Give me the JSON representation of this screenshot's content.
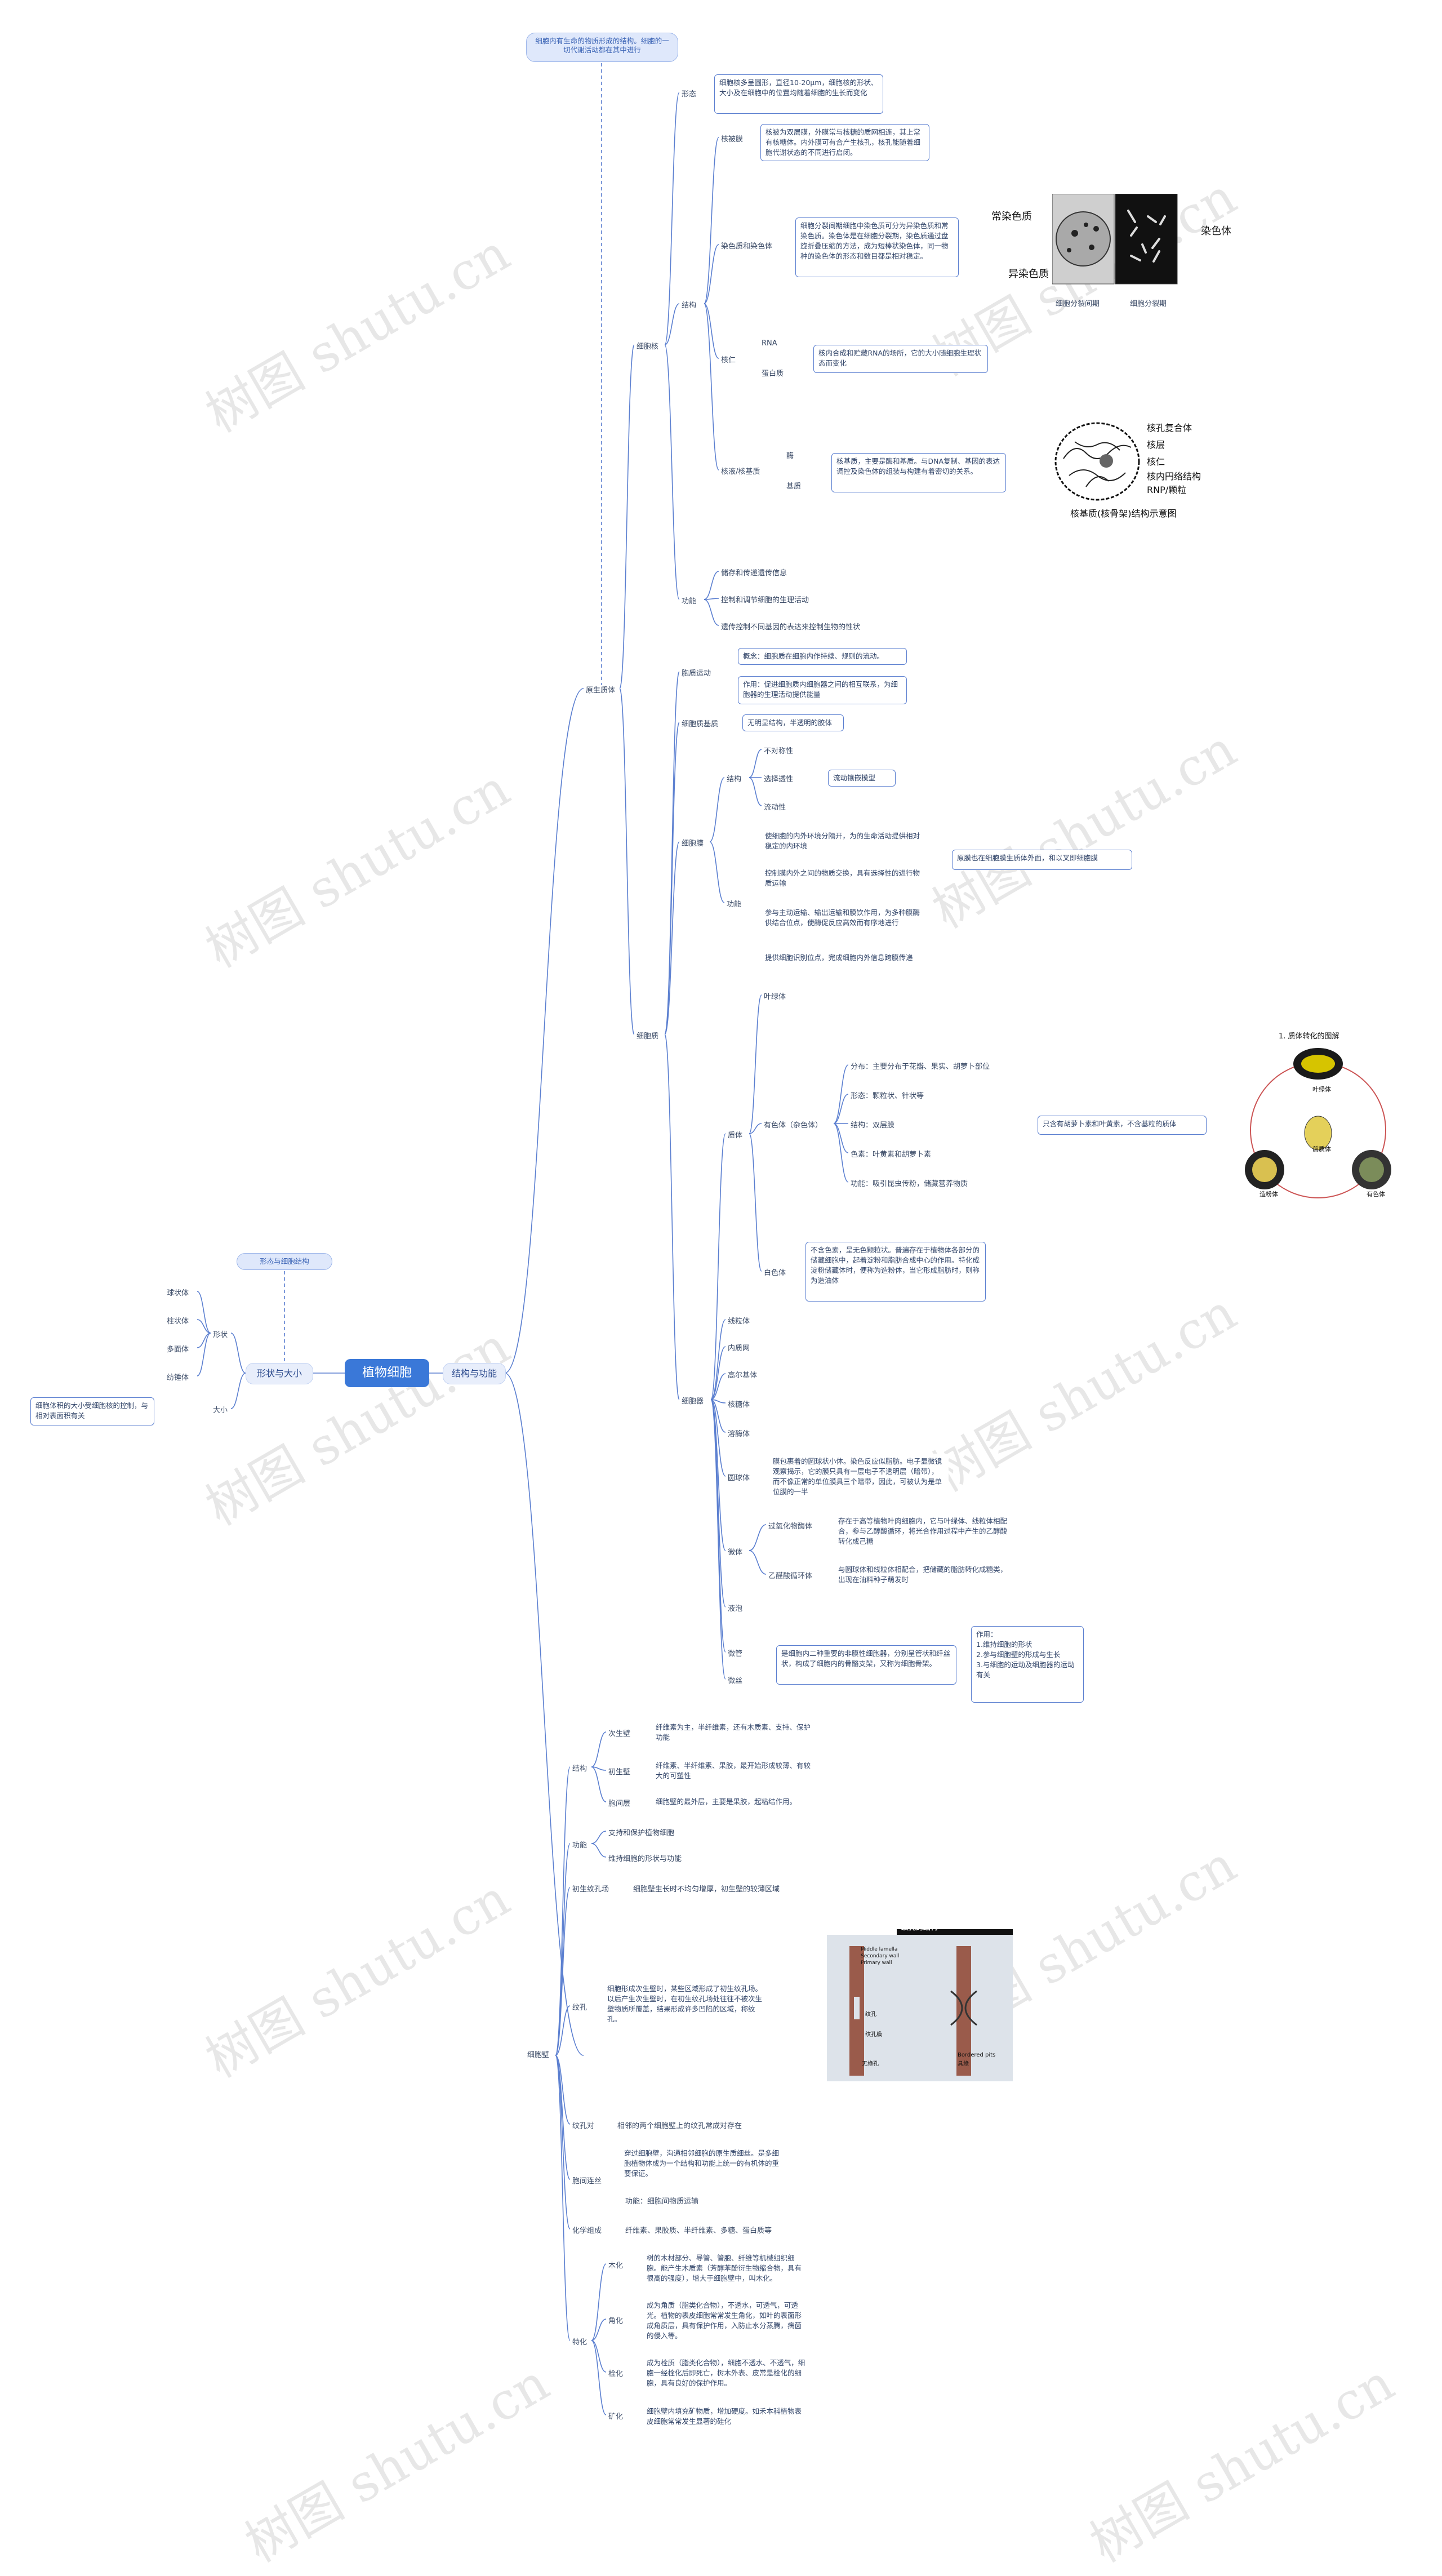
{
  "root": "植物细胞",
  "branches": {
    "structure": "结构与功能",
    "shape": "形状与大小"
  },
  "top_note": "细胞内有生命的物质形成的结构。细胞的一切代谢活动都在其中进行",
  "shape_note": "形态与细胞结构",
  "shape": {
    "form": "形状",
    "size": "大小",
    "items": [
      "球状体",
      "柱状体",
      "多面体",
      "纺锤体"
    ],
    "size_note": "细胞体积的大小受细胞核的控制，与相对表面积有关"
  },
  "protoplast": {
    "label": "原生质体",
    "nucleus": {
      "label": "细胞核",
      "form": "形态",
      "form_note": "细胞核多呈圆形，直径10-20μm，细胞核的形状、大小及在细胞中的位置均随着细胞的生长而变化",
      "structure": "结构",
      "envelope": "核被膜",
      "envelope_note": "核被为双层膜，外膜常与核糖的质网相连，其上常有核糖体。内外膜可有合产生核孔，核孔能随着细胞代谢状态的不同进行启闭。",
      "chromatin": "染色质和染色体",
      "chromatin_note": "细胞分裂间期细胞中染色质可分为异染色质和常染色质。染色体是在细胞分裂期，染色质通过盘旋折叠压缩的方法，成为短棒状染色体，同一物种的染色体的形态和数目都是相对稳定。",
      "nucleolus": "核仁",
      "rna": "RNA",
      "protein": "蛋白质",
      "nucleolus_note": "核内合成和贮藏RNA的场所，它的大小随细胞生理状态而变化",
      "matrix": "核液/核基质",
      "enzyme": "酶",
      "base": "基质",
      "matrix_note": "核基质，主要是酶和基质。与DNA复制、基因的表达调控及染色体的组装与构建有着密切的关系。",
      "function": "功能",
      "func_items": [
        "储存和传递遗传信息",
        "控制和调节细胞的生理活动",
        "遗传控制不同基因的表达来控制生物的性状"
      ]
    },
    "cytoplasm": {
      "label": "细胞质",
      "streaming": "胞质运动",
      "streaming_concept": "概念：细胞质在细胞内作持续、规则的流动。",
      "streaming_role": "作用：促进细胞质内细胞器之间的相互联系，为细胞器的生理活动提供能量",
      "matrix": "细胞质基质",
      "matrix_note": "无明显结构，半透明的胶体",
      "membrane": "细胞膜",
      "mem_structure": "结构",
      "mem_props": [
        "不对称性",
        "选择透性",
        "流动性"
      ],
      "fluid_model": "流动镶嵌模型",
      "mem_function": "功能",
      "mem_funcs": [
        "使细胞的内外环境分隔开，为的生命活动提供相对稳定的内环境",
        "控制膜内外之间的物质交换，具有选择性的进行物质运输",
        "参与主动运输、输出运输和膜饮作用，为多种膜酶供结合位点，使酶促反应高效而有序地进行",
        "提供细胞识别位点，完成细胞内外信息跨膜传递"
      ],
      "mem_note": "原膜也在细胞膜生质体外面，和以叉即细胞膜",
      "organelles": "细胞器",
      "plastid": "质体",
      "leucoplast": "叶绿体",
      "chromoplast": "有色体（杂色体）",
      "chromo_items": [
        "分布：主要分布于花瓣、果实、胡萝卜部位",
        "形态：颗粒状、针状等",
        "结构：双层膜",
        "色素：叶黄素和胡萝卜素",
        "功能：吸引昆虫传粉，储藏营养物质"
      ],
      "chromo_note": "只含有胡萝卜素和叶黄素，不含基粒的质体",
      "amyloplast": "白色体",
      "amyloplast_note": "不含色素，呈无色颗粒状。普遍存在于植物体各部分的储藏细胞中，起着淀粉和脂肪合成中心的作用。特化成淀粉储藏体时，便称为造粉体，当它形成脂肪时，则称为造油体",
      "other": [
        "线粒体",
        "内质网",
        "高尔基体",
        "核糖体",
        "溶酶体"
      ],
      "spherosome": "圆球体",
      "spherosome_note": "膜包裹着的圆球状小体。染色反应似脂肪。电子显微镜观察揭示，它的膜只具有一层电子不透明层（暗带），而不像正常的单位膜具三个暗带，因此，可被认为是单位膜的一半",
      "microbody": "微体",
      "peroxisome": "过氧化物酶体",
      "peroxisome_note": "存在于高等植物叶肉细胞内，它与叶绿体、线粒体相配合，参与乙醇酸循环，将光合作用过程中产生的乙醇酸转化成己糖",
      "glyoxysome": "乙醛酸循环体",
      "glyoxysome_note": "与圆球体和线粒体相配合，把储藏的脂肪转化成糖类，出现在油料种子萌发时",
      "vacuole": "液泡",
      "microtubule": "微管",
      "microfilament": "微丝",
      "mt_note": "是细胞内二种重要的非膜性细胞器，分别呈管状和纤丝状，构成了细胞内的骨骼支架，又称为细胞骨架。",
      "mt_func": "作用：\n1.维持细胞的形状\n2.参与细胞壁的形成与生长\n3.与细胞的运动及细胞器的运动有关"
    }
  },
  "wall": {
    "label": "细胞壁",
    "structure": "结构",
    "secondary": "次生壁",
    "secondary_note": "纤维素为主，半纤维素，还有木质素、支持、保护功能",
    "primary": "初生壁",
    "primary_note": "纤维素、半纤维素、果胶，最开始形成较薄、有较大的可塑性",
    "middle": "胞间层",
    "middle_note": "细胞壁的最外层，主要是果胶，起粘结作用。",
    "function": "功能",
    "func_items": [
      "支持和保护植物细胞",
      "维持细胞的形状与功能"
    ],
    "pit_field": "初生纹孔场",
    "pit_field_note": "细胞壁生长时不均匀增厚，初生壁的较薄区域",
    "pit": "纹孔",
    "pit_note": "细胞形成次生壁时，某些区域形成了初生纹孔场。以后产生次生壁时，在初生纹孔场处往往不被次生壁物质所覆盖，结果形成许多凹陷的区域，称纹孔。",
    "pit_pair": "纹孔对",
    "pit_pair_note": "相邻的两个细胞壁上的纹孔常成对存在",
    "plasmodesmata": "胞间连丝",
    "pd_items": [
      "穿过细胞壁，沟通相邻细胞的原生质细丝。是多细胞植物体成为一个结构和功能上统一的有机体的重要保证。",
      "功能：细胞间物质运输"
    ],
    "chem": "化学组成",
    "chem_note": "纤维素、果胶质、半纤维素、多糖、蛋白质等",
    "special": "特化",
    "lignin": "木化",
    "lignin_note": "树的木材部分、导管、管胞、纤维等机械组织细胞。能产生木质素（芳醇苯酚衍生物缩合物，具有很高的强度），增大于细胞壁中，叫木化。",
    "cutin": "角化",
    "cutin_note": "成为角质（脂类化合物），不透水，可透气，可透光。植物的表皮细胞常常发生角化，如叶的表面形成角质层，具有保护作用，入防止水分蒸腾，病菌的侵入等。",
    "suberin": "栓化",
    "suberin_note": "成为栓质（脂类化合物），细胞不透水、不透气，细胞一经栓化后即死亡，树木外表、皮常是栓化的细胞，具有良好的保护作用。",
    "mineral": "矿化",
    "mineral_note": "细胞壁内填充矿物质，增加硬度。如禾本科植物表皮细胞常常发生显著的硅化"
  },
  "figures": {
    "cell_cycle": {
      "heterochromatin": "常染色质",
      "euchromatin": "异染色质",
      "chromosome": "染色体",
      "interphase": "细胞分裂间期",
      "mitosis": "细胞分裂期"
    },
    "nuclear": {
      "labels": [
        "核孔复合体",
        "核层",
        "核仁",
        "核内円络结构",
        "RNP/颗粒"
      ],
      "caption": "核基质(核骨架)结构示意图"
    },
    "plastid": {
      "title": "1. 质体转化的图解",
      "labels": [
        "叶绿体",
        "造粉体",
        "前质体",
        "有色体"
      ]
    },
    "pit": {
      "title": "纹孔的结构",
      "labels": [
        "Middle lamella",
        "Secondary wall",
        "Primary wall",
        "纹孔",
        "纹孔膜",
        "无缘孔",
        "Bordered pits",
        "具缘"
      ]
    }
  },
  "watermark": "树图 shutu.cn",
  "colors": {
    "line": "#5b7fd0",
    "root": "#3a78d8",
    "accent": "#dfe8fb"
  }
}
